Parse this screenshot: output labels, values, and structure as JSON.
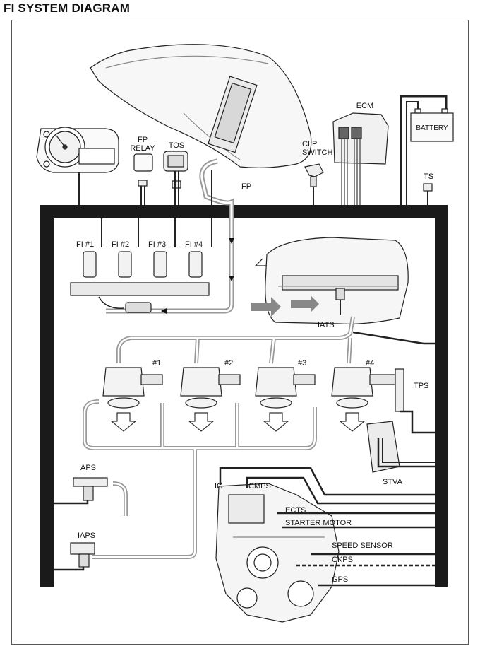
{
  "title": "FI SYSTEM DIAGRAM",
  "labels": {
    "ecm": "ECM",
    "battery": "BATTERY",
    "fp_relay": "FP\nRELAY",
    "tos": "TOS",
    "clp_switch": "CLP\nSWITCH",
    "fp": "FP",
    "ts": "TS",
    "fi1": "FI #1",
    "fi2": "FI #2",
    "fi3": "FI #3",
    "fi4": "FI #4",
    "iats": "IATS",
    "cyl1": "#1",
    "cyl2": "#2",
    "cyl3": "#3",
    "cyl4": "#4",
    "tps": "TPS",
    "stva": "STVA",
    "aps": "APS",
    "iaps": "IAPS",
    "ig": "IG",
    "cmps": "CMPS",
    "ects": "ECTS",
    "starter_motor": "STARTER MOTOR",
    "speed_sensor": "SPEED SENSOR",
    "ckps": "CKPS",
    "gps": "GPS"
  }
}
